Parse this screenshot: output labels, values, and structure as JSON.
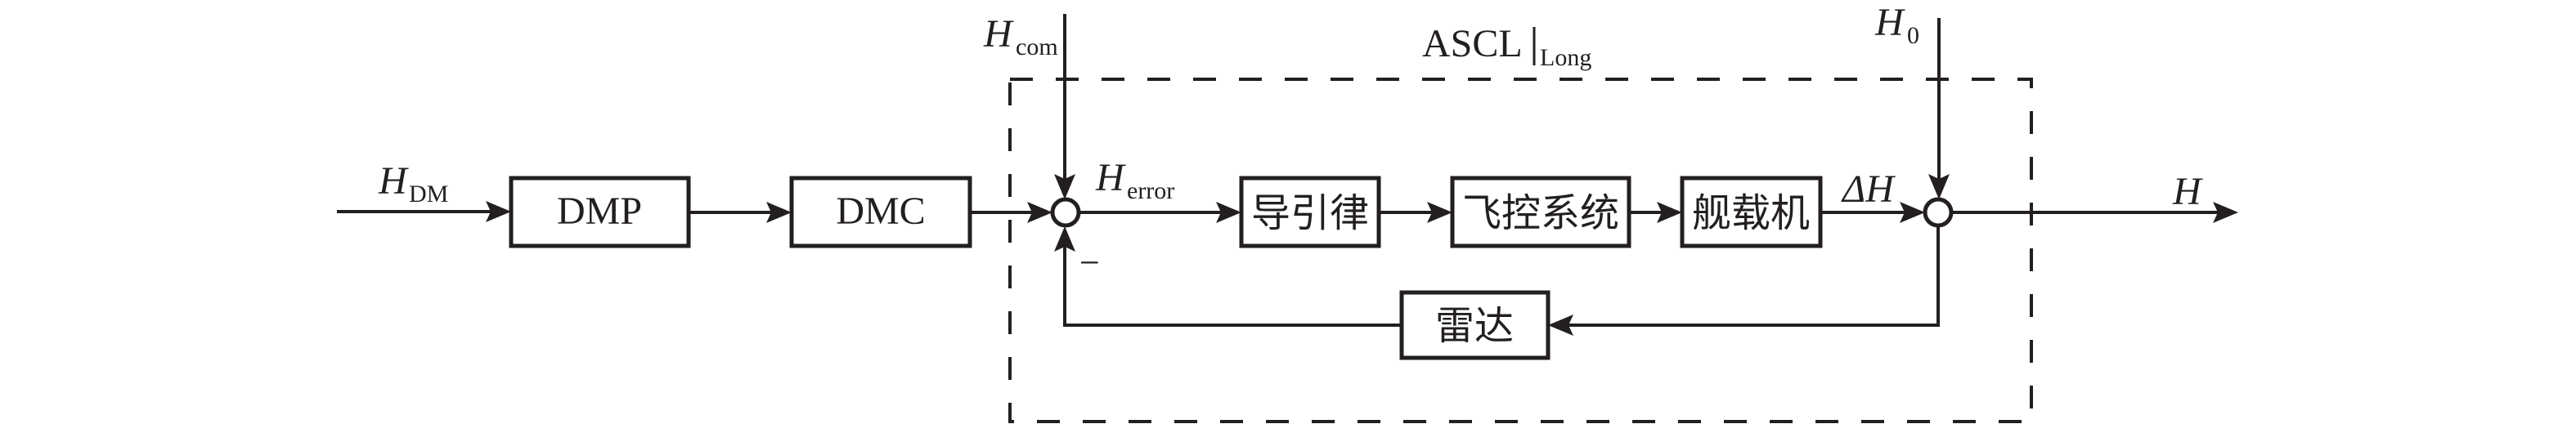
{
  "diagram": {
    "type": "control-loop-block-diagram",
    "group": {
      "label_main": "ASCL",
      "label_sub": "Long"
    },
    "signals": {
      "input": {
        "symbol": "H",
        "subscript": "DM"
      },
      "command": {
        "symbol": "H",
        "subscript": "com"
      },
      "error": {
        "symbol": "H",
        "subscript": "error"
      },
      "disturbance": {
        "symbol": "H",
        "subscript": "0"
      },
      "delta": {
        "symbol": "ΔH"
      },
      "output": {
        "symbol": "H"
      },
      "feedback_sign": "−"
    },
    "blocks": {
      "dmp": "DMP",
      "dmc": "DMC",
      "guidance_law": "导引律",
      "flight_control": "飞控系统",
      "carrier_aircraft": "舰载机",
      "radar": "雷达"
    },
    "connections": [
      {
        "from": "input",
        "to": "dmp"
      },
      {
        "from": "dmp",
        "to": "dmc"
      },
      {
        "from": "dmc",
        "to": "sum-1"
      },
      {
        "from": "command",
        "to": "sum-1"
      },
      {
        "from": "sum-1",
        "to": "guidance_law",
        "label": "error"
      },
      {
        "from": "guidance_law",
        "to": "flight_control"
      },
      {
        "from": "flight_control",
        "to": "carrier_aircraft"
      },
      {
        "from": "carrier_aircraft",
        "to": "sum-2",
        "label": "delta"
      },
      {
        "from": "disturbance",
        "to": "sum-2"
      },
      {
        "from": "sum-2",
        "to": "output"
      },
      {
        "from": "sum-2",
        "to": "radar"
      },
      {
        "from": "radar",
        "to": "sum-1",
        "sign": "−"
      }
    ]
  }
}
